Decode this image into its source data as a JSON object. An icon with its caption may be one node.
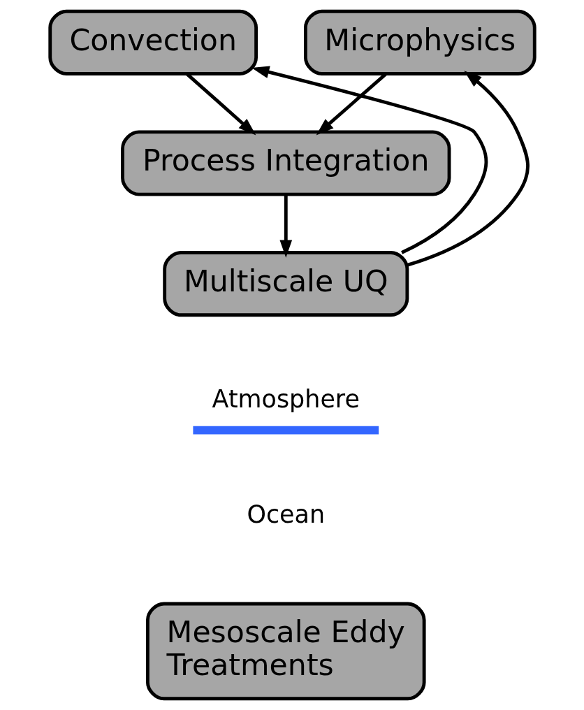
{
  "diagram": {
    "nodes": [
      {
        "text": [
          "Convection"
        ]
      },
      {
        "text": [
          "Microphysics"
        ]
      },
      {
        "text": [
          "Process Integration"
        ]
      },
      {
        "text": [
          "Multiscale UQ"
        ]
      },
      {
        "text": [
          "Mesoscale Eddy Treatments"
        ]
      }
    ],
    "edges": [
      {
        "from": 0,
        "to": 2,
        "arrow": "to"
      },
      {
        "from": 1,
        "to": 2,
        "arrow": "to"
      },
      {
        "from": 2,
        "to": 3,
        "arrow": "to"
      },
      {
        "from": 3,
        "to": 0,
        "arrow": "to"
      },
      {
        "from": 3,
        "to": 1,
        "arrow": "to"
      }
    ],
    "labels": [
      "Atmosphere",
      "Ocean"
    ]
  }
}
